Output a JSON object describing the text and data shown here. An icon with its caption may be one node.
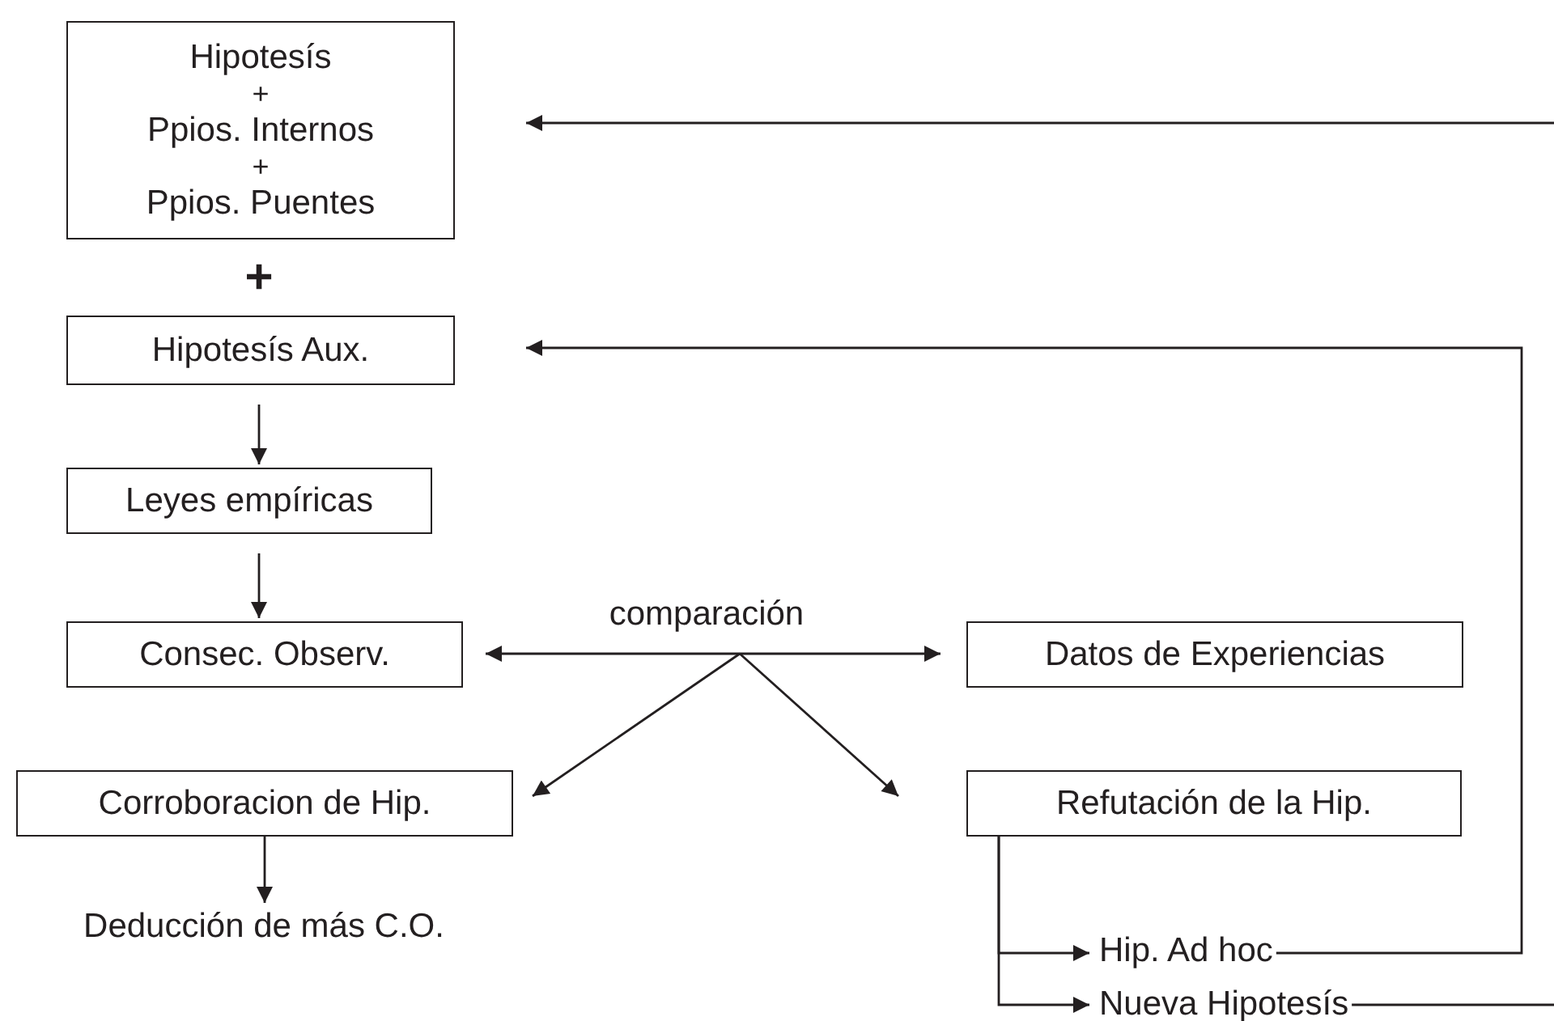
{
  "diagram": {
    "nodes": [
      {
        "text": [
          "Hipotesís",
          "+",
          "Ppios. Internos",
          "+",
          "Ppios. Puentes"
        ]
      },
      {
        "text": [
          "Hipotesís Aux."
        ]
      },
      {
        "text": [
          "Leyes empíricas"
        ]
      },
      {
        "text": [
          "Consec. Observ."
        ]
      },
      {
        "text": [
          "Datos de Experiencias"
        ]
      },
      {
        "text": [
          "Corroboracion de Hip."
        ]
      },
      {
        "text": [
          "Refutación de la Hip."
        ]
      },
      {
        "text": [
          "Deducción de más C.O."
        ]
      },
      {
        "text": [
          "Hip. Ad hoc"
        ]
      },
      {
        "text": [
          "Nueva Hipotesís"
        ]
      }
    ],
    "edges": [
      {
        "from": 1,
        "to": 2,
        "arrow": "to"
      },
      {
        "from": 2,
        "to": 3,
        "arrow": "to"
      },
      {
        "from": 3,
        "to": 4,
        "arrow": "both",
        "label": "comparación"
      },
      {
        "from": null,
        "to": 5,
        "arrow": "to"
      },
      {
        "from": null,
        "to": 6,
        "arrow": "to"
      },
      {
        "from": 5,
        "to": 7,
        "arrow": "to"
      },
      {
        "from": 6,
        "to": 8,
        "arrow": "to"
      },
      {
        "from": 6,
        "to": 9,
        "arrow": "to"
      },
      {
        "from": 8,
        "to": 1,
        "arrow": "to"
      },
      {
        "from": null,
        "to": 0,
        "arrow": "to"
      },
      {
        "from": 9,
        "to": null,
        "arrow": "none"
      }
    ],
    "labels": [
      "+"
    ]
  }
}
